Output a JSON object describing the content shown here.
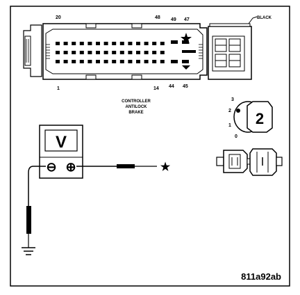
{
  "connector": {
    "pin_labels": {
      "p20": "20",
      "p48": "48",
      "p49": "49",
      "p47": "47",
      "p1": "1",
      "p14": "14",
      "p44": "44",
      "p45": "45"
    },
    "color_label": "BLACK",
    "caption_lines": [
      "CONTROLLER",
      "ANTILOCK",
      "BRAKE"
    ]
  },
  "ignition_switch": {
    "positions": [
      "3",
      "2",
      "1",
      "0"
    ],
    "key_number": "2"
  },
  "meter": {
    "display": "V",
    "minus_symbol": "⊖",
    "plus_symbol": "⊕"
  },
  "probe_marker": "★",
  "figure_code": "811a92ab"
}
